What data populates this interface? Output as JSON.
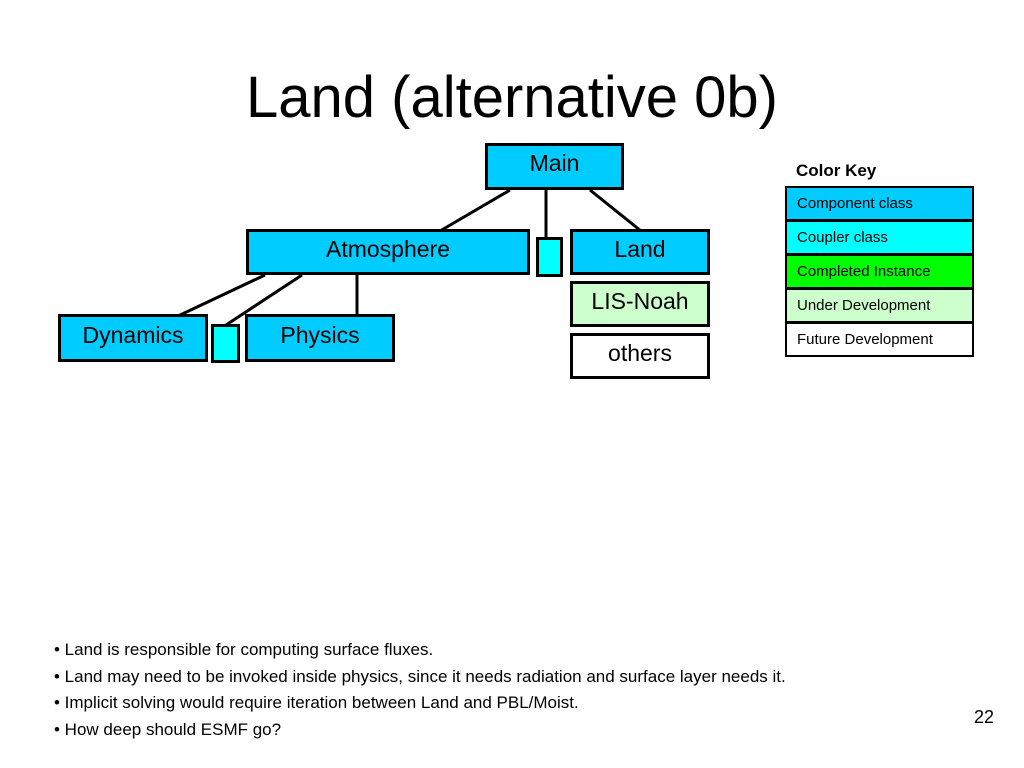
{
  "title": "Land (alternative 0b)",
  "diagram": {
    "nodes": {
      "main": "Main",
      "atmosphere": "Atmosphere",
      "land": "Land",
      "dynamics": "Dynamics",
      "physics": "Physics",
      "lis_noah": "LIS-Noah",
      "others": "others"
    }
  },
  "color_key": {
    "title": "Color Key",
    "items": [
      {
        "label": "Component class",
        "color": "#00CCFF"
      },
      {
        "label": "Coupler class",
        "color": "#00FFFF"
      },
      {
        "label": "Completed Instance",
        "color": "#00FF00"
      },
      {
        "label": "Under Development",
        "color": "#CCFFCC"
      },
      {
        "label": "Future Development",
        "color": "#FFFFFF"
      }
    ]
  },
  "bullets": [
    "• Land is responsible for computing surface fluxes.",
    "• Land may need to be invoked inside physics, since it needs radiation and surface layer needs it.",
    "• Implicit solving would require iteration between Land and PBL/Moist.",
    "• How deep should ESMF go?"
  ],
  "page_number": "22"
}
